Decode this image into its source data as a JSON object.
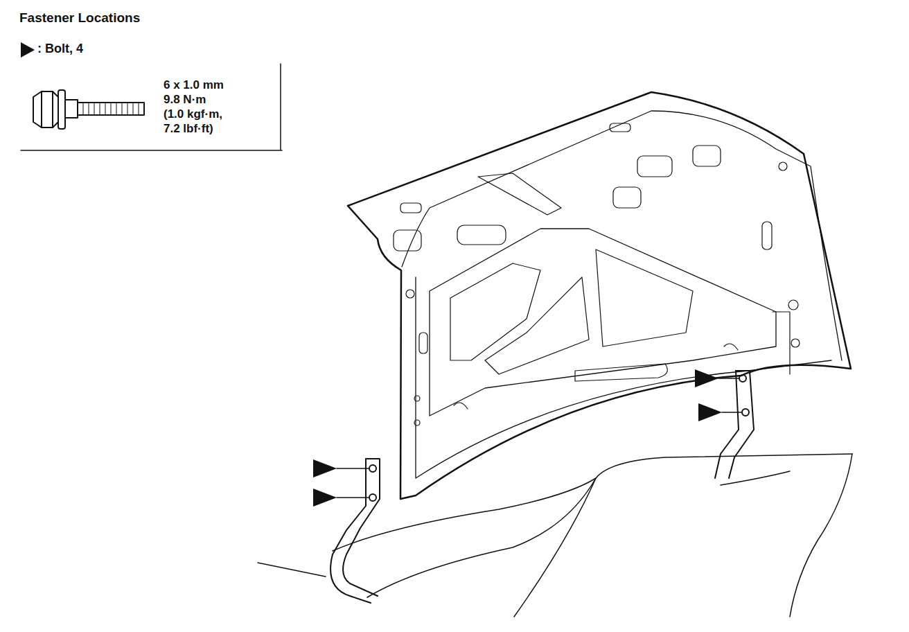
{
  "diagram": {
    "title": "Fastener Locations",
    "labels": [
      ": Bolt, 4",
      "6 x 1.0 mm",
      "9.8 N·m",
      "(1.0 kgf·m,",
      "7.2 lbf·ft)"
    ]
  }
}
